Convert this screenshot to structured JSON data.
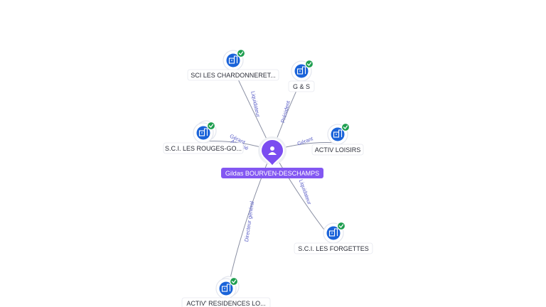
{
  "person": {
    "name": "Gildas BOURVEN-DESCHAMPS",
    "icon": "person-icon",
    "color": "#7b4df0"
  },
  "companies": [
    {
      "id": "sci-chardonneret",
      "name": "SCI LES CHARDONNERET...",
      "role": "Liquidateur",
      "stacked": false,
      "status": "active",
      "icon": "building-icon"
    },
    {
      "id": "g-s",
      "name": "G & S",
      "role": "Président",
      "stacked": false,
      "status": "active",
      "icon": "building-icon"
    },
    {
      "id": "sci-rouges-gorges",
      "name": "S.C.I. LES ROUGES-GO...",
      "role": "Gérant",
      "role_secondary": "Associé",
      "stacked": true,
      "status": "active",
      "icon": "building-icon"
    },
    {
      "id": "activ-loisirs",
      "name": "ACTIV LOISIRS",
      "role": "Gérant",
      "stacked": false,
      "status": "active",
      "icon": "building-icon"
    },
    {
      "id": "sci-forgettes",
      "name": "S.C.I. LES FORGETTES",
      "role": "Liquidateur",
      "stacked": false,
      "status": "active",
      "icon": "building-icon"
    },
    {
      "id": "activ-residences",
      "name": "ACTIV' RESIDENCES LO...",
      "role": "Directeur général",
      "stacked": true,
      "status": "active",
      "icon": "building-icon"
    }
  ],
  "colors": {
    "company": "#1a63d9",
    "status_ok": "#1e9e4f",
    "edge": "#8a8fa3",
    "edge_label": "#5b5fc7"
  }
}
